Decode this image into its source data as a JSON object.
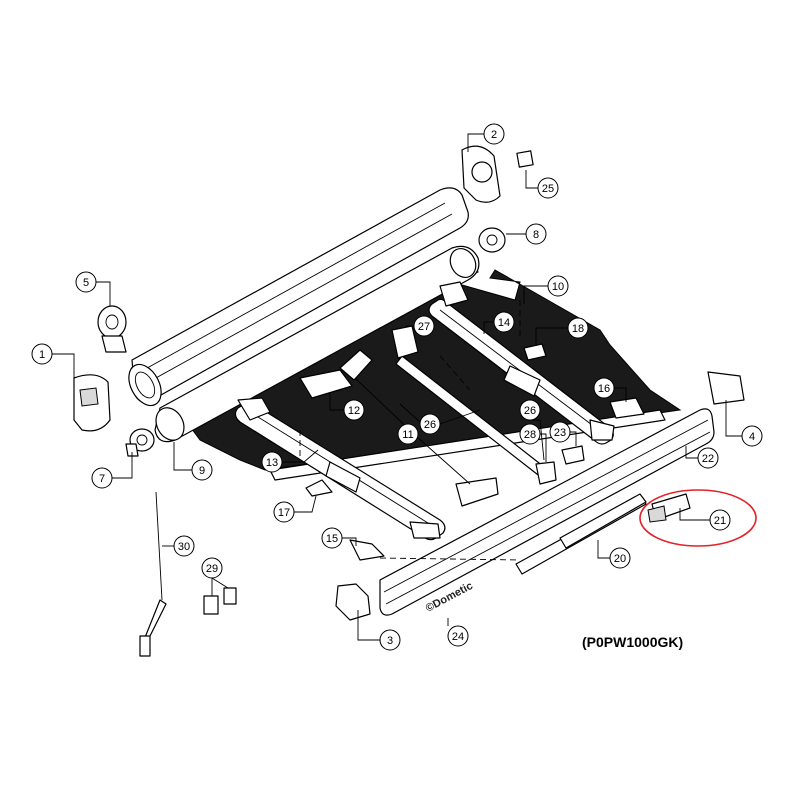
{
  "diagram": {
    "part_code": "(P0PW1000GK)",
    "brand_text": "©Dometic",
    "highlight_color": "#e41f26",
    "callouts": [
      {
        "id": "1",
        "label": "1"
      },
      {
        "id": "2",
        "label": "2"
      },
      {
        "id": "3",
        "label": "3"
      },
      {
        "id": "4",
        "label": "4"
      },
      {
        "id": "5",
        "label": "5"
      },
      {
        "id": "7",
        "label": "7"
      },
      {
        "id": "8",
        "label": "8"
      },
      {
        "id": "9",
        "label": "9"
      },
      {
        "id": "10",
        "label": "10"
      },
      {
        "id": "11",
        "label": "11"
      },
      {
        "id": "12",
        "label": "12"
      },
      {
        "id": "13",
        "label": "13"
      },
      {
        "id": "14",
        "label": "14"
      },
      {
        "id": "15",
        "label": "15"
      },
      {
        "id": "16",
        "label": "16"
      },
      {
        "id": "17",
        "label": "17"
      },
      {
        "id": "18",
        "label": "18"
      },
      {
        "id": "20",
        "label": "20"
      },
      {
        "id": "21",
        "label": "21"
      },
      {
        "id": "22",
        "label": "22"
      },
      {
        "id": "23",
        "label": "23"
      },
      {
        "id": "24",
        "label": "24"
      },
      {
        "id": "25",
        "label": "25"
      },
      {
        "id": "26a",
        "label": "26"
      },
      {
        "id": "26b",
        "label": "26"
      },
      {
        "id": "27",
        "label": "27"
      },
      {
        "id": "28",
        "label": "28"
      },
      {
        "id": "29",
        "label": "29"
      },
      {
        "id": "30",
        "label": "30"
      }
    ]
  }
}
